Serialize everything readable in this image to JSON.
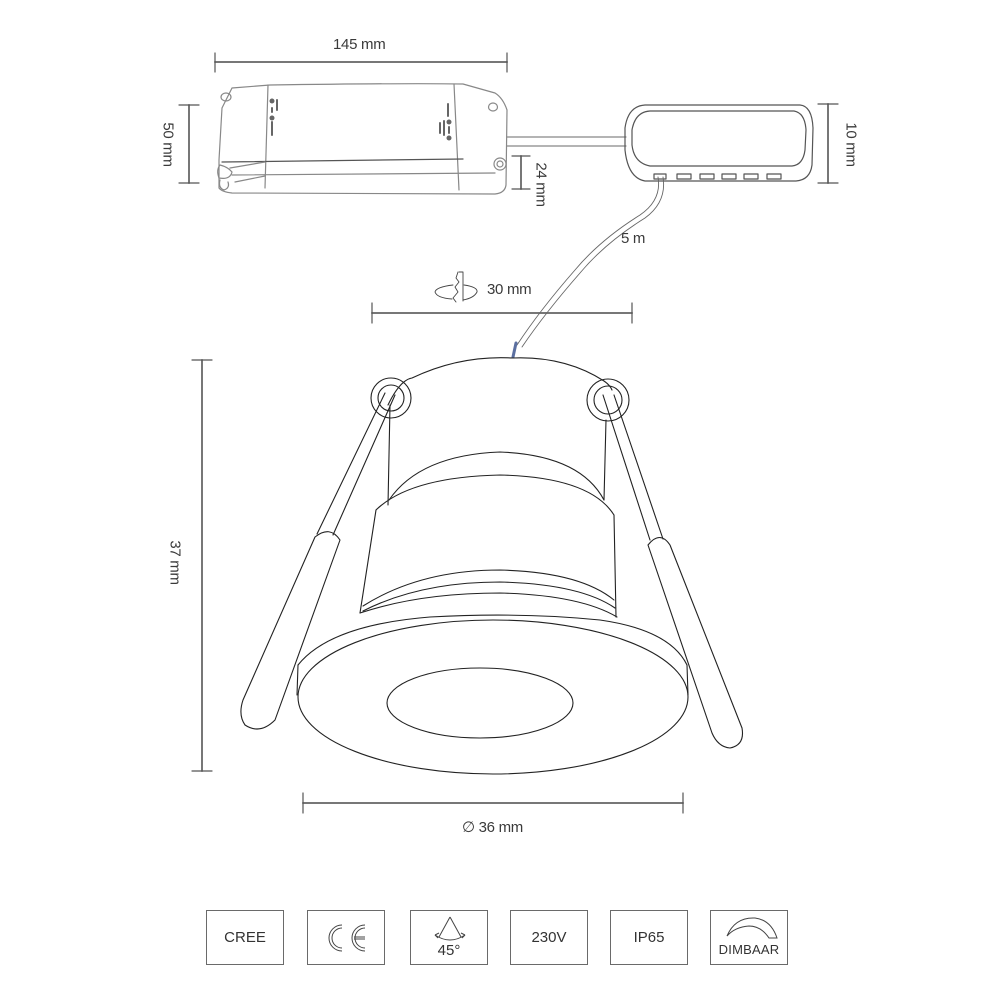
{
  "diagram": {
    "type": "technical dimension drawing",
    "subject": "recessed LED downlight with driver and junction box",
    "colors": {
      "line": "#222222",
      "dimension_line": "#777777",
      "wire_tip": "#5b6fa0",
      "background": "#ffffff"
    }
  },
  "driver": {
    "width_label": "145 mm",
    "height_label": "50 mm",
    "depth_label": "24 mm"
  },
  "junction_box": {
    "height_label": "10 mm",
    "connector_count": 6
  },
  "cable": {
    "length_label": "5 m"
  },
  "cutout": {
    "label": "30 mm",
    "icon": "drill-cutout-icon"
  },
  "fixture": {
    "height_label": "37 mm",
    "diameter_label": "∅ 36 mm"
  },
  "badges": [
    {
      "id": "cree",
      "label": "CREE"
    },
    {
      "id": "ce",
      "label": "CE",
      "icon": "ce-mark-icon"
    },
    {
      "id": "beam-angle",
      "label": "45°",
      "icon": "beam-angle-icon"
    },
    {
      "id": "voltage",
      "label": "230V"
    },
    {
      "id": "ip-rating",
      "label": "IP65"
    },
    {
      "id": "dimmable",
      "label": "DIMBAAR",
      "icon": "dimmer-arc-icon"
    }
  ]
}
